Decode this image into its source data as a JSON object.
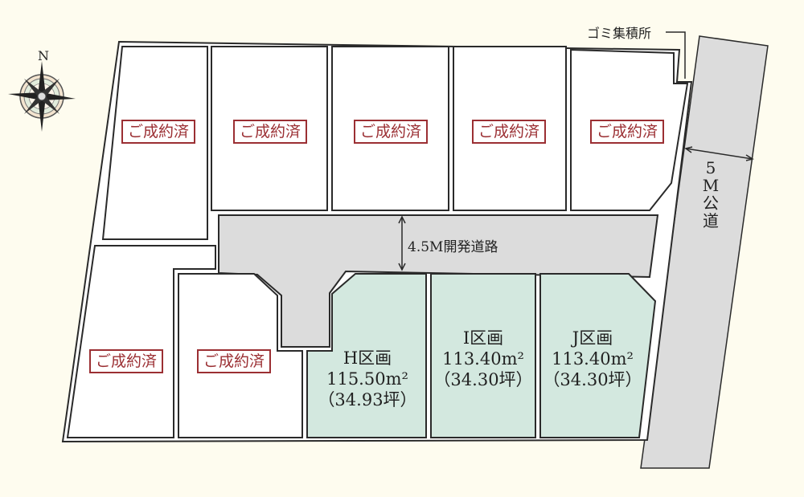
{
  "compass": {
    "north_label": "N",
    "icon": "compass-rose-icon"
  },
  "labels": {
    "garbage_area": "ゴミ集積所",
    "development_road": "4.5M開発道路",
    "public_road_chars": [
      "5",
      "M",
      "公",
      "道"
    ]
  },
  "sold_label": "ご成約済",
  "sold_lots": [
    {
      "id": "A",
      "label": "ご成約済"
    },
    {
      "id": "B",
      "label": "ご成約済"
    },
    {
      "id": "C",
      "label": "ご成約済"
    },
    {
      "id": "D",
      "label": "ご成約済"
    },
    {
      "id": "E",
      "label": "ご成約済"
    },
    {
      "id": "F",
      "label": "ご成約済"
    },
    {
      "id": "G",
      "label": "ご成約済"
    }
  ],
  "available_lots": [
    {
      "name": "H区画",
      "area_m2": "115.50m²",
      "area_tsubo": "（34.93坪）"
    },
    {
      "name": "I区画",
      "area_m2": "113.40m²",
      "area_tsubo": "（34.30坪）"
    },
    {
      "name": "J区画",
      "area_m2": "113.40m²",
      "area_tsubo": "（34.30坪）"
    }
  ],
  "colors": {
    "background": "#fefcef",
    "road": "#dcdcdc",
    "available_lot": "#d3e8df",
    "sold_lot": "#ffffff",
    "sold_badge": "#9b2f33",
    "line": "#2a2a2a"
  }
}
